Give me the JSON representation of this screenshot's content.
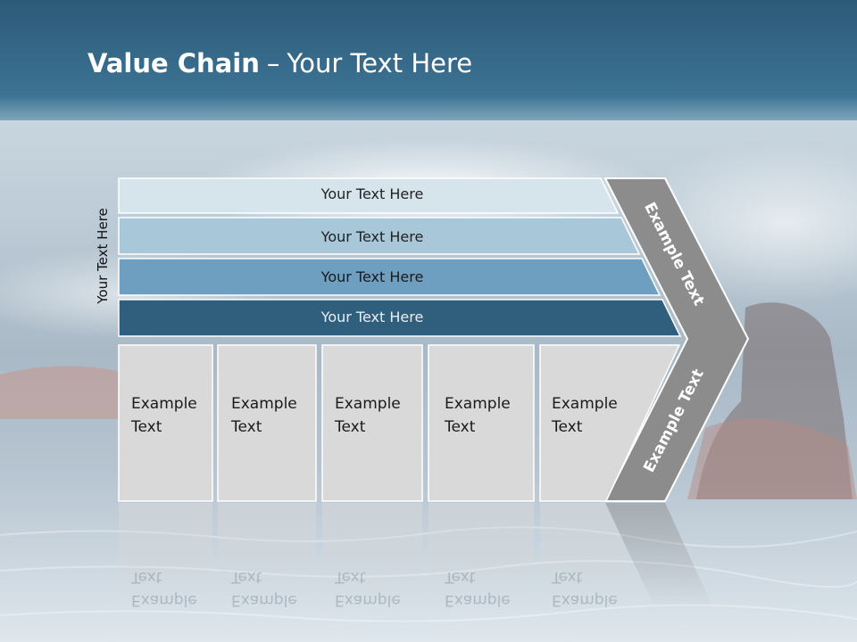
{
  "title": {
    "bold": "Value Chain",
    "separator": "–",
    "rest": "Your Text Here"
  },
  "side_label": "Your Text Here",
  "bars": [
    {
      "label": "Your Text Here",
      "color": "#d6e4ec",
      "text_color": "#222222"
    },
    {
      "label": "Your Text Here",
      "color": "#a8c8da",
      "text_color": "#222222"
    },
    {
      "label": "Your Text Here",
      "color": "#6f9fc0",
      "text_color": "#1a1a1a"
    },
    {
      "label": "Your Text Here",
      "color": "#2f5f7c",
      "text_color": "#e6eef3"
    }
  ],
  "cells": [
    {
      "line1": "Example",
      "line2": "Text"
    },
    {
      "line1": "Example",
      "line2": "Text"
    },
    {
      "line1": "Example",
      "line2": "Text"
    },
    {
      "line1": "Example",
      "line2": "Text"
    },
    {
      "line1": "Example",
      "line2": "Text"
    }
  ],
  "chevron": {
    "upper": "Example Text",
    "lower": "Example Text",
    "color": "#8c8c8c"
  },
  "colors": {
    "header": "#2e6384",
    "cell": "#d9d9d9"
  }
}
